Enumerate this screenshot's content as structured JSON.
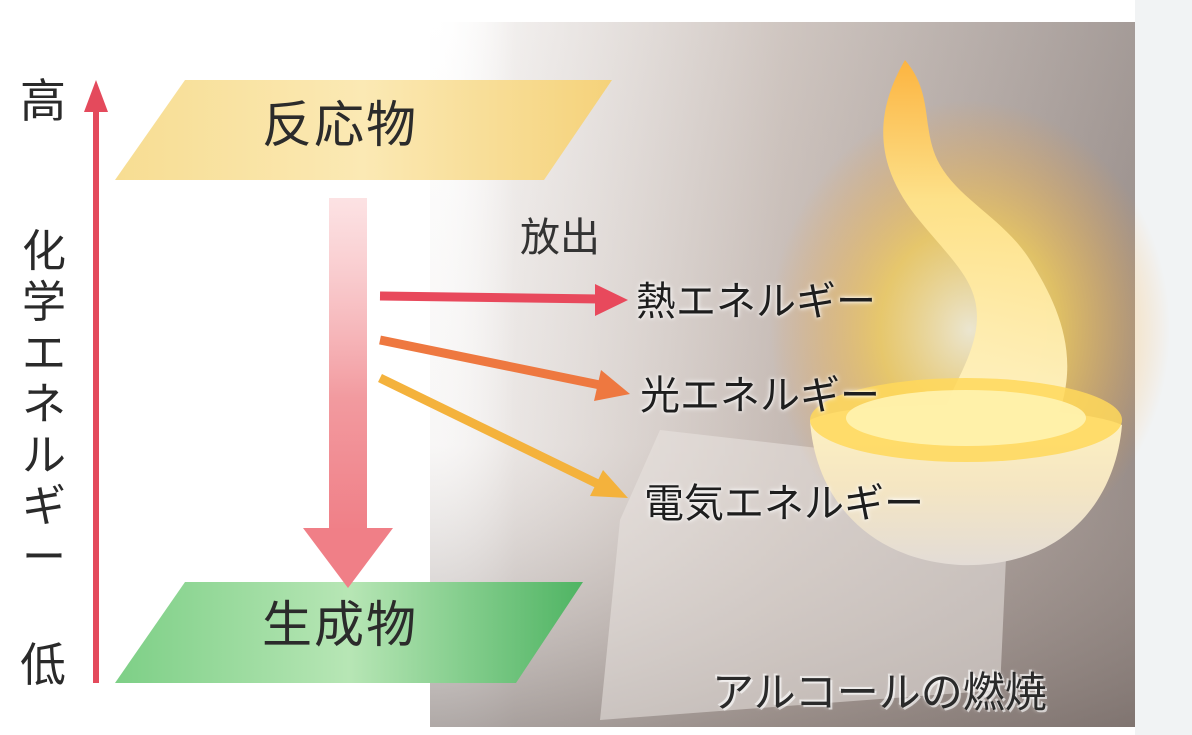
{
  "axis": {
    "high": "高",
    "low": "低",
    "title_chars": [
      "化",
      "学",
      "エ",
      "ネ",
      "ル",
      "ギ",
      "ー"
    ]
  },
  "levels": {
    "reactant": "反応物",
    "product": "生成物"
  },
  "release": {
    "label": "放出",
    "energies": {
      "heat": "熱エネルギー",
      "light": "光エネルギー",
      "electric": "電気エネルギー"
    }
  },
  "photo": {
    "caption": "アルコールの燃焼"
  },
  "colors": {
    "axis_arrow": "#e44a5c",
    "reactant_fill": "#f3d78a",
    "product_fill": "#5fbf6e",
    "drop_arrow": "#f2848c",
    "heat_arrow": "#e8495c",
    "light_arrow": "#ee7840",
    "electric_arrow": "#f4b23c",
    "flame": "#ffd23a"
  }
}
